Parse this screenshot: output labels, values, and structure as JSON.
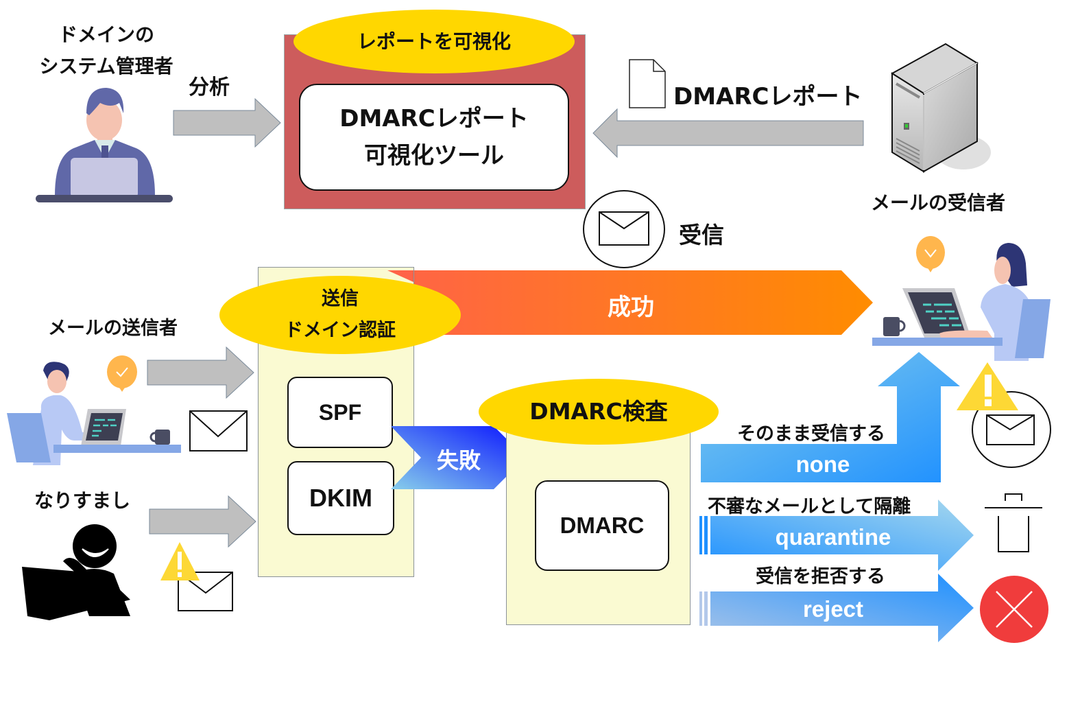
{
  "top": {
    "admin_label_line1": "ドメインの",
    "admin_label_line2": "システム管理者",
    "analyze_label": "分析",
    "visualize_badge": "レポートを可視化",
    "tool_box_line1": "DMARCレポート",
    "tool_box_line2": "可視化ツール",
    "report_label": "DMARCレポート",
    "receive_label": "受信",
    "receiver_label": "メールの受信者"
  },
  "middle": {
    "sender_label": "メールの送信者",
    "spoof_label": "なりすまし",
    "auth_badge_line1": "送信",
    "auth_badge_line2": "ドメイン認証",
    "spf_label": "SPF",
    "dkim_label": "DKIM",
    "success_label": "成功",
    "fail_label": "失敗",
    "dmarc_badge": "DMARC検査",
    "dmarc_box": "DMARC"
  },
  "policies": [
    {
      "caption": "そのまま受信する",
      "name": "none"
    },
    {
      "caption": "不審なメールとして隔離",
      "name": "quarantine"
    },
    {
      "caption": "受信を拒否する",
      "name": "reject"
    }
  ],
  "colors": {
    "tool_panel": "#cd5c5c",
    "badge": "#ffd700",
    "auth_panel": "#fafad2",
    "gray_arrow": "#bfbfbf",
    "success_start": "#ff6347",
    "success_end": "#ff8c00",
    "fail_start": "#87ceeb",
    "fail_end": "#0000ff",
    "policy_blue": "#1e90ff",
    "reject_icon": "#f03c3c",
    "warning": "#fdd835"
  }
}
